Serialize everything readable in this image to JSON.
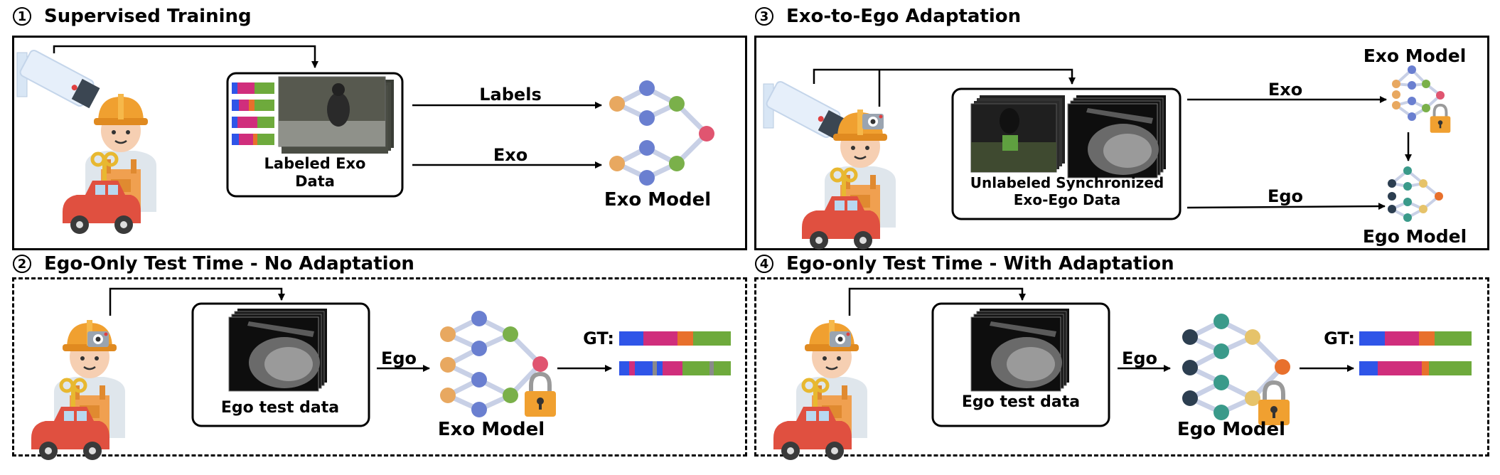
{
  "panels": {
    "p1": {
      "num": "1",
      "title": "Supervised Training",
      "box": "Labeled Exo\nData",
      "arrow_top": "Labels",
      "arrow_bottom": "Exo",
      "model": "Exo Model"
    },
    "p2": {
      "num": "2",
      "title": "Ego-Only Test Time - No Adaptation",
      "box": "Ego test data",
      "arrow": "Ego",
      "model": "Exo Model",
      "gt": "GT:"
    },
    "p3": {
      "num": "3",
      "title": "Exo-to-Ego Adaptation",
      "box_line1": "Unlabeled Synchronized",
      "box_line2": "Exo-Ego Data",
      "arrow_top": "Exo",
      "arrow_bottom": "Ego",
      "model_top": "Exo Model",
      "model_bottom": "Ego Model"
    },
    "p4": {
      "num": "4",
      "title": "Ego-only Test Time - With Adaptation",
      "box": "Ego test data",
      "arrow": "Ego",
      "model": "Ego Model",
      "gt": "GT:"
    }
  },
  "colors": {
    "blue": "#2f55e8",
    "magenta": "#d02e7c",
    "orange": "#e8702c",
    "green": "#6eaa3c",
    "grey": "#8a8a8a",
    "node_blue": "#6a7fd0",
    "node_orange": "#e8a860",
    "node_green": "#7ab04a",
    "node_red": "#e05570",
    "node_dark": "#2c3e50",
    "node_teal": "#3a9a8a",
    "node_yellow": "#e6c36a",
    "lock": "#f0a030"
  }
}
